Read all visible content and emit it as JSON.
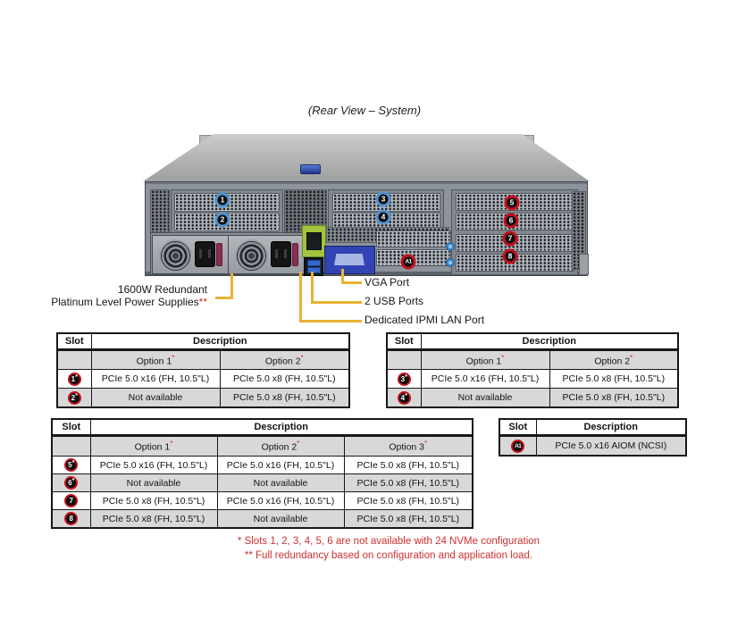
{
  "title": "(Rear View – System)",
  "figure": {
    "callouts": {
      "c1": "1",
      "c2": "2",
      "c3": "3",
      "c4": "4",
      "c5": "5",
      "c6": "6",
      "c7": "7",
      "c8": "8",
      "a1": "A1"
    },
    "labels": {
      "psu_line1": "1600W Redundant",
      "psu_line2": "Platinum Level Power Supplies",
      "psu_mark": "**",
      "vga": "VGA Port",
      "usb": "2 USB Ports",
      "ipmi": "Dedicated IPMI LAN Port"
    }
  },
  "tables": {
    "t1": {
      "slot_header": "Slot",
      "description_header": "Description",
      "options": [
        {
          "label": "Option 1",
          "mark": "*"
        },
        {
          "label": "Option 2",
          "mark": "*"
        }
      ],
      "rows": [
        {
          "badge": "1",
          "badge_mark": "*",
          "cells": [
            "PCIe 5.0 x16 (FH, 10.5\"L)",
            "PCIe 5.0 x8 (FH, 10.5\"L)"
          ]
        },
        {
          "badge": "2",
          "badge_mark": "*",
          "cells": [
            "Not available",
            "PCIe 5.0 x8 (FH, 10.5\"L)"
          ]
        }
      ]
    },
    "t2": {
      "slot_header": "Slot",
      "description_header": "Description",
      "options": [
        {
          "label": "Option 1",
          "mark": "*"
        },
        {
          "label": "Option 2",
          "mark": "*"
        }
      ],
      "rows": [
        {
          "badge": "3",
          "badge_mark": "*",
          "cells": [
            "PCIe 5.0 x16 (FH, 10.5\"L)",
            "PCIe 5.0 x8 (FH, 10.5\"L)"
          ]
        },
        {
          "badge": "4",
          "badge_mark": "*",
          "cells": [
            "Not available",
            "PCIe 5.0 x8 (FH, 10.5\"L)"
          ]
        }
      ]
    },
    "t3": {
      "slot_header": "Slot",
      "description_header": "Description",
      "options": [
        {
          "label": "Option 1",
          "mark": "*"
        },
        {
          "label": "Option 2",
          "mark": "*"
        },
        {
          "label": "Option 3",
          "mark": "*"
        }
      ],
      "rows": [
        {
          "badge": "5",
          "badge_mark": "*",
          "cells": [
            "PCIe 5.0 x16 (FH, 10.5\"L)",
            "PCIe 5.0 x16 (FH, 10.5\"L)",
            "PCIe 5.0 x8 (FH, 10.5\"L)"
          ]
        },
        {
          "badge": "6",
          "badge_mark": "*",
          "cells": [
            "Not available",
            "Not available",
            "PCIe 5.0 x8 (FH, 10.5\"L)"
          ]
        },
        {
          "badge": "7",
          "badge_mark": "",
          "cells": [
            "PCIe 5.0 x8 (FH, 10.5\"L)",
            "PCIe 5.0 x16 (FH, 10.5\"L)",
            "PCIe 5.0 x8 (FH, 10.5\"L)"
          ]
        },
        {
          "badge": "8",
          "badge_mark": "",
          "cells": [
            "PCIe 5.0 x8 (FH, 10.5\"L)",
            "Not available",
            "PCIe 5.0 x8 (FH, 10.5\"L)"
          ]
        }
      ]
    },
    "t4": {
      "slot_header": "Slot",
      "description_header": "Description",
      "rows": [
        {
          "badge": "A1",
          "badge_mark": "",
          "cells": [
            "PCIe 5.0 x16 AIOM (NCSI)"
          ]
        }
      ]
    }
  },
  "footnotes": [
    "* Slots 1, 2, 3, 4, 5, 6 are not available with 24 NVMe configuration",
    "** Full redundancy based on configuration and application load."
  ],
  "colors": {
    "callout_blue": "#4f93d2",
    "callout_red": "#c3101c",
    "callout_line_yellow": "#e9b233",
    "footnote_red": "#cc3030",
    "table_row_gray": "#d8d8d8",
    "ipmi_green": "#a2c43c",
    "vga_blue": "#3244b4"
  }
}
